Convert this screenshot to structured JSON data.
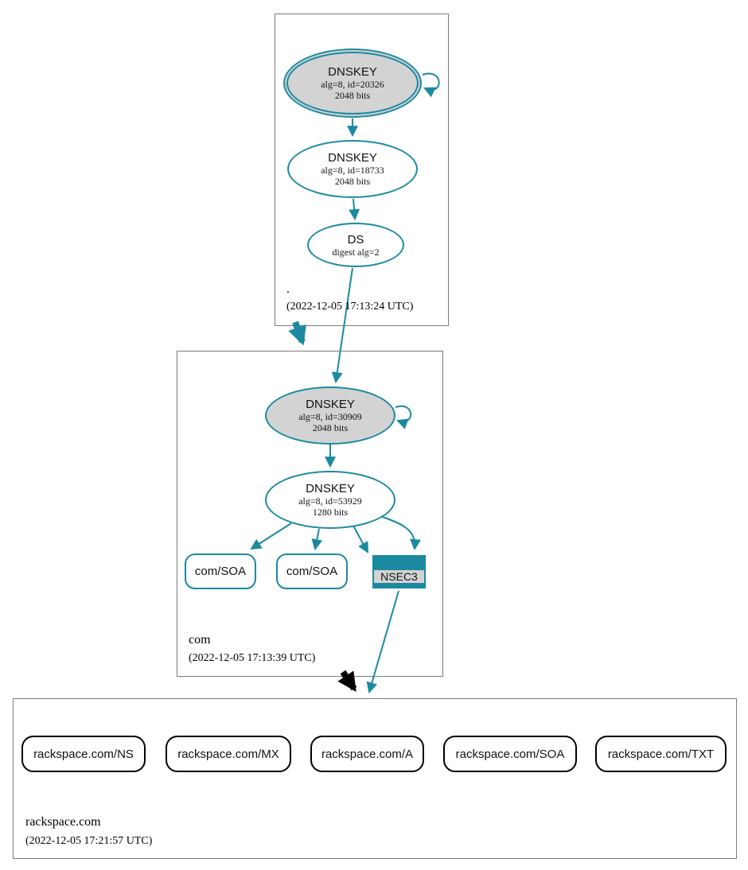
{
  "colors": {
    "teal": "#1b8aa0",
    "node_fill_gray": "#d3d3d3",
    "black": "#000000",
    "zone_border": "#7a7a7a"
  },
  "zones": {
    "root": {
      "name": ".",
      "timestamp": "(2022-12-05 17:13:24 UTC)"
    },
    "com": {
      "name": "com",
      "timestamp": "(2022-12-05 17:13:39 UTC)"
    },
    "rackspace": {
      "name": "rackspace.com",
      "timestamp": "(2022-12-05 17:21:57 UTC)"
    }
  },
  "nodes": {
    "root_ksk": {
      "title": "DNSKEY",
      "detail1": "alg=8, id=20326",
      "detail2": "2048 bits"
    },
    "root_zsk": {
      "title": "DNSKEY",
      "detail1": "alg=8, id=18733",
      "detail2": "2048 bits"
    },
    "root_ds": {
      "title": "DS",
      "detail1": "digest alg=2"
    },
    "com_ksk": {
      "title": "DNSKEY",
      "detail1": "alg=8, id=30909",
      "detail2": "2048 bits"
    },
    "com_zsk": {
      "title": "DNSKEY",
      "detail1": "alg=8, id=53929",
      "detail2": "1280 bits"
    },
    "com_soa_1": {
      "label": "com/SOA"
    },
    "com_soa_2": {
      "label": "com/SOA"
    },
    "nsec3": {
      "label": "NSEC3"
    }
  },
  "rackspace_rrsets": [
    {
      "label": "rackspace.com/NS"
    },
    {
      "label": "rackspace.com/MX"
    },
    {
      "label": "rackspace.com/A"
    },
    {
      "label": "rackspace.com/SOA"
    },
    {
      "label": "rackspace.com/TXT"
    }
  ]
}
